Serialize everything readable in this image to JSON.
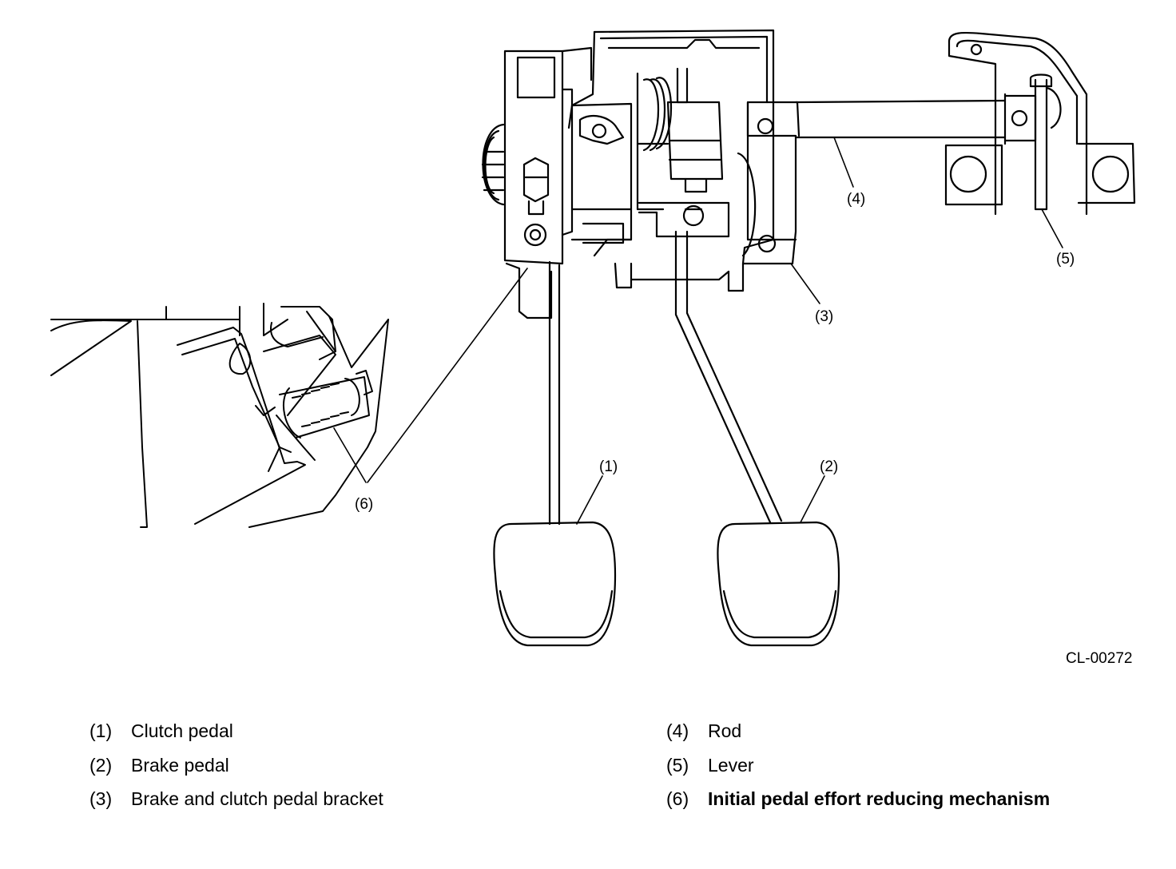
{
  "figure_id": "CL-00272",
  "callouts": [
    "(1)",
    "(2)",
    "(3)",
    "(4)",
    "(5)",
    "(6)"
  ],
  "legend": [
    {
      "num": "(1)",
      "text": "Clutch pedal"
    },
    {
      "num": "(2)",
      "text": "Brake pedal"
    },
    {
      "num": "(3)",
      "text": "Brake and clutch pedal bracket"
    },
    {
      "num": "(4)",
      "text": "Rod"
    },
    {
      "num": "(5)",
      "text": "Lever"
    },
    {
      "num": "(6)",
      "text": "Initial pedal effort reducing mechanism"
    }
  ]
}
